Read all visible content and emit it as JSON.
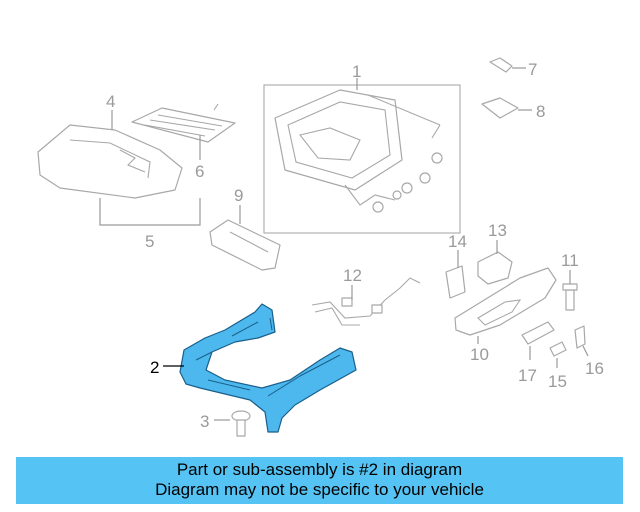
{
  "diagram": {
    "highlight_color": "#4db8ee",
    "callouts": {
      "c1": "1",
      "c2": "2",
      "c3": "3",
      "c4": "4",
      "c5": "5",
      "c6": "6",
      "c7": "7",
      "c8": "8",
      "c9": "9",
      "c10": "10",
      "c11": "11",
      "c12": "12",
      "c13": "13",
      "c14": "14",
      "c15": "15",
      "c16": "16",
      "c17": "17"
    },
    "highlighted_part": "2"
  },
  "banner": {
    "line1": "Part or sub-assembly is #2 in diagram",
    "line2": "Diagram may not be specific to your vehicle",
    "color": "#55c3f3"
  }
}
